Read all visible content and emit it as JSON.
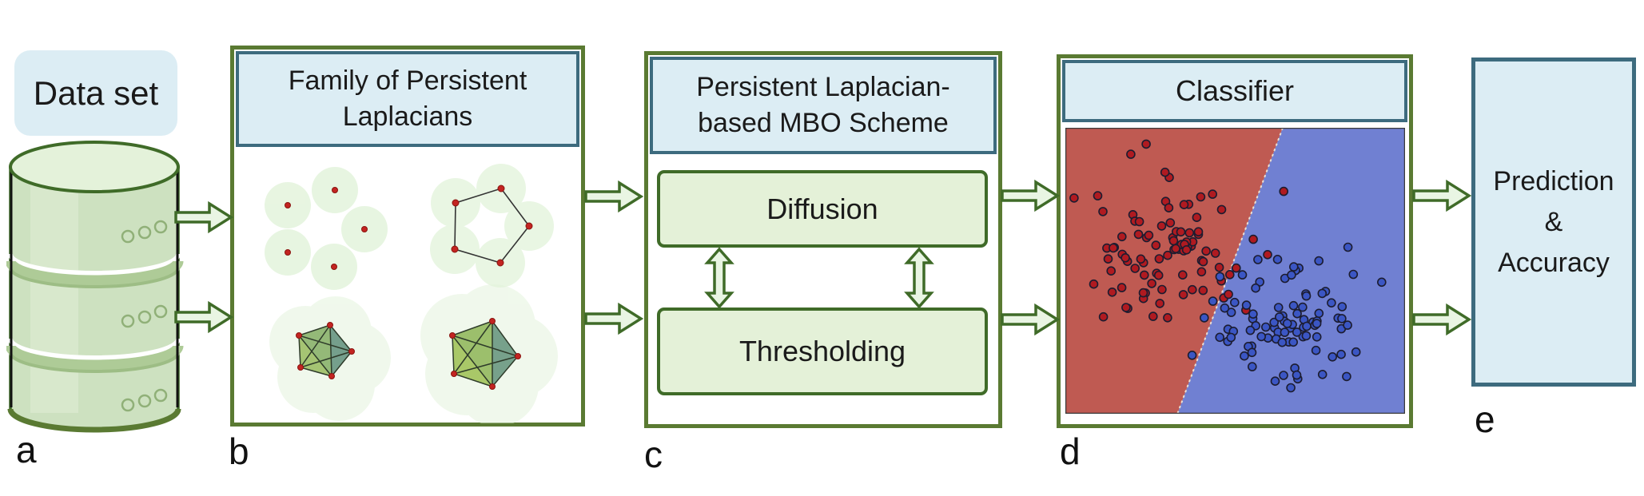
{
  "figure": {
    "panel_a": {
      "label": "a",
      "title": "Data set"
    },
    "panel_b": {
      "label": "b",
      "title_line1": "Family of Persistent",
      "title_line2": "Laplacians"
    },
    "panel_c": {
      "label": "c",
      "title_line1": "Persistent Laplacian-",
      "title_line2": "based MBO Scheme",
      "diffusion": "Diffusion",
      "thresholding": "Thresholding"
    },
    "panel_d": {
      "label": "d",
      "title": "Classifier"
    },
    "panel_e": {
      "label": "e",
      "line1": "Prediction",
      "line2": "&",
      "line3": "Accuracy"
    }
  },
  "colors": {
    "header_fill": "#dcedf4",
    "header_border": "#3d6b7e",
    "panel_border": "#5a7a32",
    "arrow_border": "#3f6b28",
    "arrow_fill": "#e9f5e3",
    "process_fill": "#e4f1d8",
    "region_red": "#bf5a52",
    "region_blue": "#7080d2",
    "dot_red": "#b01a20",
    "dot_blue": "#3b56c4",
    "boundary_dash": "#eadfd3"
  },
  "chart_data": {
    "type": "scatter",
    "title": "Classifier decision regions with two point clusters",
    "plot_size": [
      425,
      358
    ],
    "boundary": {
      "top_x_frac": 0.64,
      "bottom_x_frac": 0.33
    },
    "regions": [
      {
        "name": "red-class-region",
        "color": "#bf5a52"
      },
      {
        "name": "blue-class-region",
        "color": "#7080d2"
      }
    ],
    "clusters": [
      {
        "name": "red-class-points",
        "count": 92,
        "center_frac": [
          0.3,
          0.42
        ],
        "std_frac": [
          0.11,
          0.13
        ],
        "seed": 7,
        "dot_color": "#b01a20"
      },
      {
        "name": "blue-class-points",
        "count": 92,
        "center_frac": [
          0.65,
          0.68
        ],
        "std_frac": [
          0.12,
          0.11
        ],
        "seed": 13,
        "dot_color": "#3b56c4"
      }
    ],
    "dot_radius": 5
  }
}
